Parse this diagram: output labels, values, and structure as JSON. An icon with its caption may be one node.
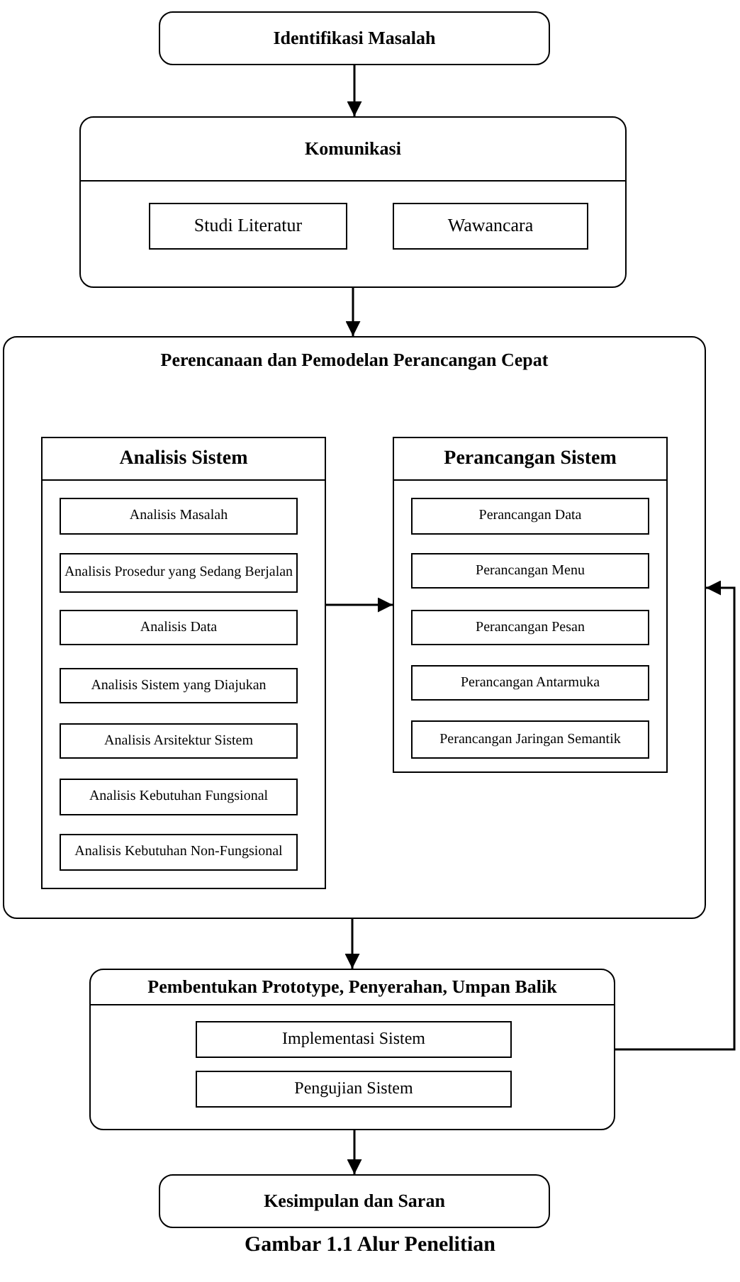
{
  "diagram": {
    "caption": "Gambar 1.1 Alur Penelitian",
    "nodes": [
      {
        "text": [
          "Identifikasi Masalah"
        ]
      },
      {
        "text": [
          "Komunikasi"
        ]
      },
      {
        "text": [
          "Studi Literatur"
        ],
        "in": 1
      },
      {
        "text": [
          "Wawancara"
        ],
        "in": 1
      },
      {
        "text": [
          "Perencanaan dan Pemodelan Perancangan Cepat"
        ]
      },
      {
        "text": [
          "Analisis Sistem"
        ],
        "in": 4
      },
      {
        "text": [
          "Analisis Masalah"
        ],
        "in": 5
      },
      {
        "text": [
          "Analisis Prosedur yang Sedang Berjalan"
        ],
        "in": 5
      },
      {
        "text": [
          "Analisis Data"
        ],
        "in": 5
      },
      {
        "text": [
          "Analisis Sistem yang Diajukan"
        ],
        "in": 5
      },
      {
        "text": [
          "Analisis Arsitektur Sistem"
        ],
        "in": 5
      },
      {
        "text": [
          "Analisis Kebutuhan Fungsional"
        ],
        "in": 5
      },
      {
        "text": [
          "Analisis Kebutuhan Non-Fungsional"
        ],
        "in": 5
      },
      {
        "text": [
          "Perancangan Sistem"
        ],
        "in": 4
      },
      {
        "text": [
          "Perancangan Data"
        ],
        "in": 13
      },
      {
        "text": [
          "Perancangan Menu"
        ],
        "in": 13
      },
      {
        "text": [
          "Perancangan Pesan"
        ],
        "in": 13
      },
      {
        "text": [
          "Perancangan Antarmuka"
        ],
        "in": 13
      },
      {
        "text": [
          "Perancangan Jaringan Semantik"
        ],
        "in": 13
      },
      {
        "text": [
          "Pembentukan Prototype, Penyerahan, Umpan Balik"
        ]
      },
      {
        "text": [
          "Implementasi Sistem"
        ],
        "in": 19
      },
      {
        "text": [
          "Pengujian Sistem"
        ],
        "in": 19
      },
      {
        "text": [
          "Kesimpulan dan Saran"
        ]
      }
    ],
    "edges": [
      {
        "from": 0,
        "to": 1,
        "arrow": "to"
      },
      {
        "from": 1,
        "to": 4,
        "arrow": "to"
      },
      {
        "from": 5,
        "to": 13,
        "arrow": "to"
      },
      {
        "from": 4,
        "to": 19,
        "arrow": "to"
      },
      {
        "from": 19,
        "to": 4,
        "arrow": "to"
      },
      {
        "from": 19,
        "to": 22,
        "arrow": "to"
      }
    ]
  }
}
